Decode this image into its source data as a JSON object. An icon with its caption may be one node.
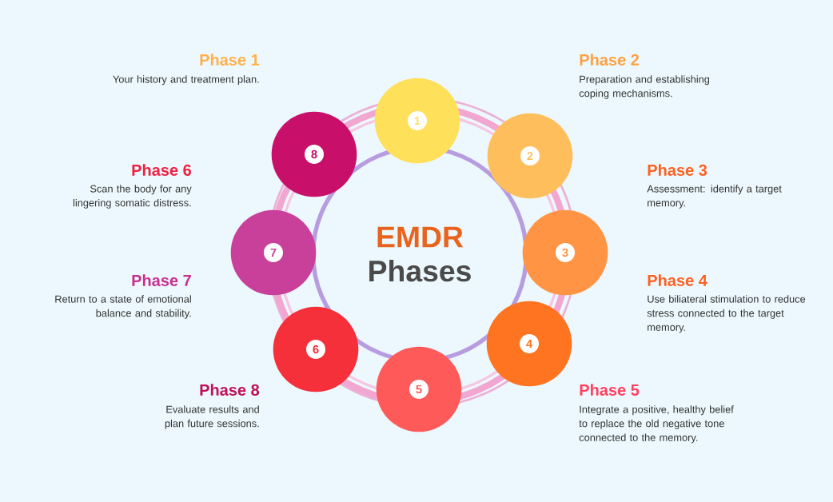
{
  "diagram": {
    "nodes": [
      {
        "text": [
          "EMDR",
          "Phases"
        ]
      },
      {
        "text": [
          "1"
        ]
      },
      {
        "text": [
          "2"
        ]
      },
      {
        "text": [
          "3"
        ]
      },
      {
        "text": [
          "4"
        ]
      },
      {
        "text": [
          "5"
        ]
      },
      {
        "text": [
          "6"
        ]
      },
      {
        "text": [
          "7"
        ]
      },
      {
        "text": [
          "8"
        ]
      }
    ],
    "edges": [],
    "labels": [
      "Phase 1",
      "Your history and treatment plan.",
      "Phase 2",
      "Preparation and establishing coping mechanisms.",
      "Phase 6",
      "Scan the body for any lingering somatic distress.",
      "Phase 3",
      "Assessment: identify a target memory.",
      "Phase 7",
      "Return to a state of emotional balance and stability.",
      "Phase 4",
      "Use biliateral stimulation to reduce stress connected to the target memory.",
      "Phase 8",
      "Evaluate results and plan future sessions.",
      "Phase 5",
      "Integrate a positive, healthy belief to replace the old negative tone connected to the memory."
    ]
  }
}
